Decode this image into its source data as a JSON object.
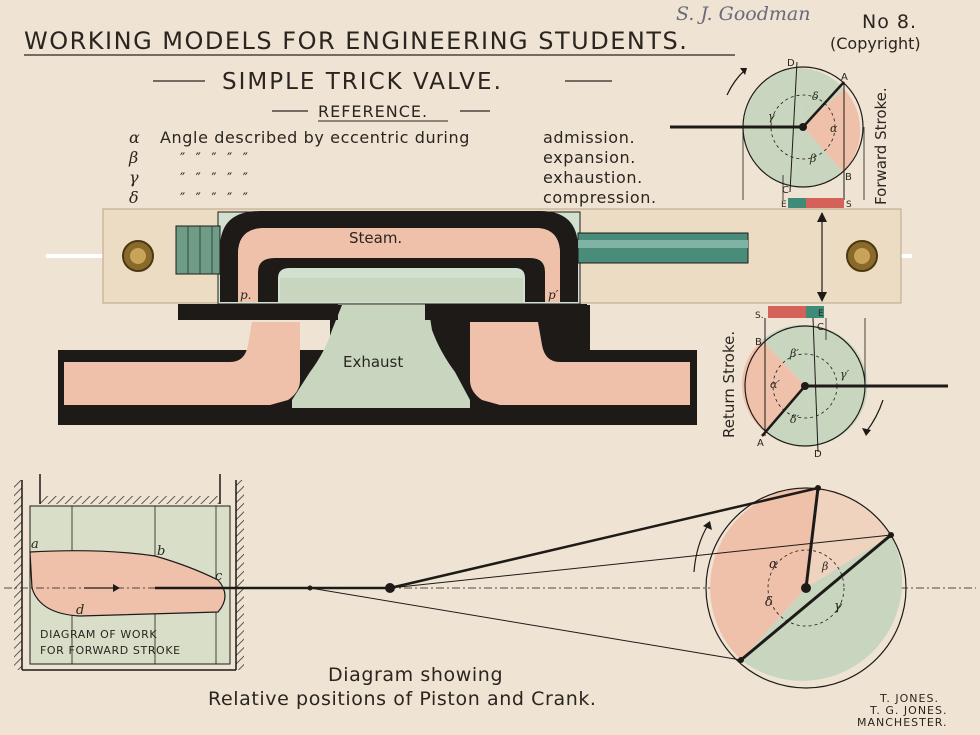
{
  "header": {
    "title": "WORKING MODELS FOR ENGINEERING STUDENTS.",
    "number": "No 8.",
    "copyright": "(Copyright)",
    "signature": "S. J. Goodman"
  },
  "subtitle": "SIMPLE TRICK VALVE.",
  "reference": {
    "heading": "REFERENCE.",
    "rows": [
      {
        "symbol": "α",
        "text": "Angle described by eccentric during",
        "term": "admission."
      },
      {
        "symbol": "β",
        "text": "″        ″        ″        ″        ″",
        "term": "expansion."
      },
      {
        "symbol": "γ",
        "text": "″        ″        ″        ″        ″",
        "term": "exhaustion."
      },
      {
        "symbol": "δ",
        "text": "″        ″        ″        ″        ″",
        "term": "compression."
      }
    ]
  },
  "valve_labels": {
    "steam": "Steam.",
    "exhaust": "Exhaust",
    "port_left": "p.",
    "port_right": "p′"
  },
  "forward_diagram": {
    "label": "Forward Stroke.",
    "points": [
      "D",
      "A",
      "C",
      "B",
      "E",
      "S"
    ],
    "greek": [
      "α",
      "β",
      "γ",
      "δ"
    ]
  },
  "return_diagram": {
    "label": "Return Stroke.",
    "points": [
      "S.",
      "E",
      "B",
      "C",
      "A",
      "D"
    ],
    "greek": [
      "α′",
      "β′",
      "γ′",
      "δ′"
    ]
  },
  "work_diagram": {
    "title_line1": "DIAGRAM OF WORK",
    "title_line2": "FOR FORWARD STROKE",
    "points": [
      "a",
      "b",
      "c",
      "d"
    ]
  },
  "crank_diagram": {
    "greek": [
      "α",
      "β",
      "γ",
      "δ"
    ]
  },
  "caption": {
    "line1": "Diagram showing",
    "line2": "Relative positions of Piston and Crank."
  },
  "publisher": {
    "line1": "T. JONES.",
    "line2": "T. G. JONES.",
    "line3": "MANCHESTER."
  },
  "colors": {
    "card": "#efe4d3",
    "ink": "#1e1a18",
    "pink": "#efc1aa",
    "green": "#c9d6bf",
    "teal": "#3e8b78",
    "red": "#d46258",
    "wood": "#eddcc4"
  }
}
